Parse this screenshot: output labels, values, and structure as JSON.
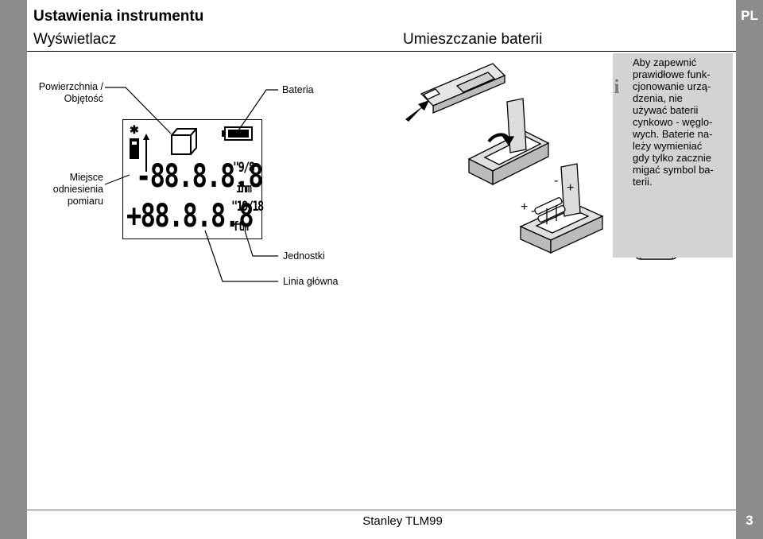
{
  "header": {
    "title": "Ustawienia instrumentu",
    "subtitle_display": "Wyświetlacz",
    "subtitle_battery": "Umieszczanie baterii",
    "language": "PL"
  },
  "labels": {
    "surface_volume": "Powierzchnia /",
    "surface_volume_2": "Objętość",
    "battery": "Bateria",
    "reference_1": "Miejsce",
    "reference_2": "odniesienia",
    "reference_3": "pomiaru",
    "units": "Jednostki",
    "main_line": "Linia główna"
  },
  "lcd": {
    "row1": "-88.8.8.8",
    "row1_unit_top": "\"9/8",
    "row1_unit": "inm",
    "row2": "+88.8.8.8",
    "row2_unit_top": "\"19/18",
    "row2_unit": "ftm",
    "star": "✱"
  },
  "info": {
    "lines": [
      "Aby zapewnić",
      "prawidłowe funk-",
      "cjonowanie urzą-",
      "dzenia, nie",
      "używać baterii",
      "cynkowo - węglo-",
      "wych. Baterie na-",
      "leży wymieniać",
      "gdy tylko zacznie",
      "migać symbol ba-",
      "terii."
    ],
    "icon": "i"
  },
  "battery_marks": {
    "minus": "-",
    "plus": "+"
  },
  "footer": {
    "text": "Stanley TLM99",
    "page": "3"
  },
  "colors": {
    "sidebar": "#8c8c8c",
    "infobox": "#d3d3d3"
  }
}
